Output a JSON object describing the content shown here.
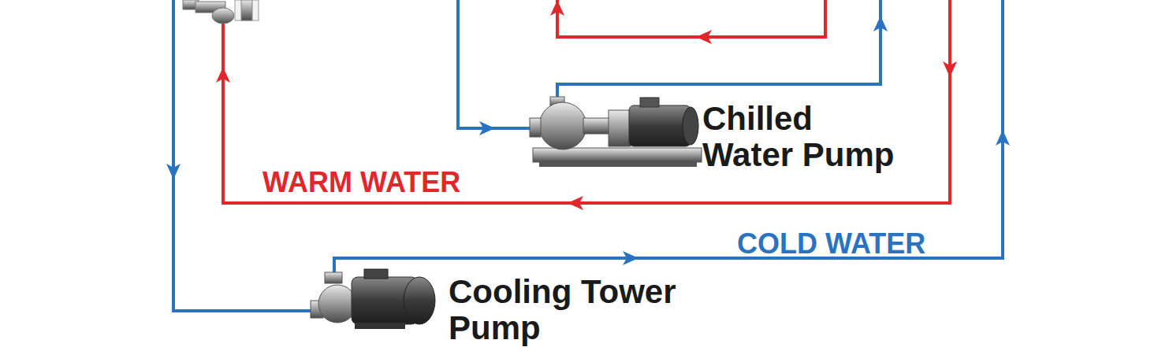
{
  "diagram": {
    "labels": [
      "Chilled Water Pump",
      "WARM WATER",
      "COLD WATER",
      "Cooling Tower Pump"
    ]
  }
}
